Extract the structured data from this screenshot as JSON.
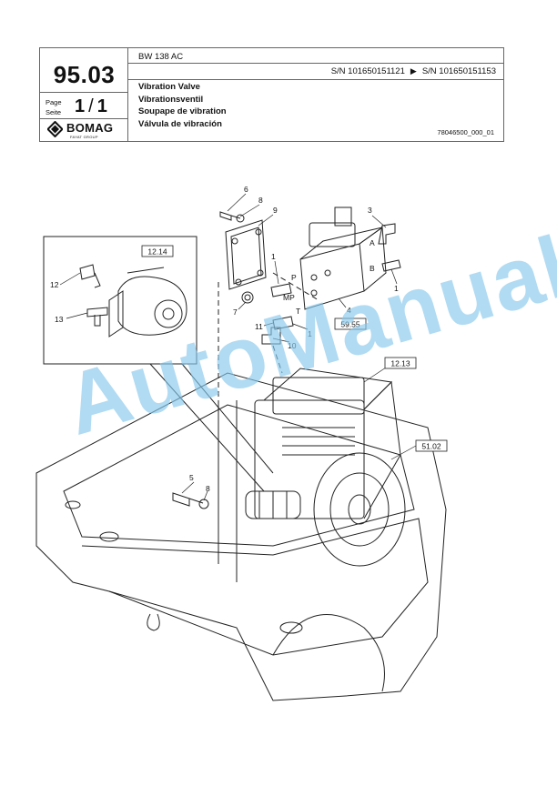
{
  "header": {
    "page_number": "95.03",
    "page_label": "Page",
    "seite_label": "Seite",
    "page_current": "1",
    "page_total": "1",
    "page_sep": "/",
    "model": "BW 138 AC",
    "serial_from": "S/N 101650151121",
    "serial_arrow": "▶",
    "serial_to": "S/N 101650151153",
    "titles": [
      "Vibration Valve",
      "Vibrationsventil",
      "Soupape de vibration",
      "Válvula de vibración"
    ],
    "drawing_number": "78046500_000_01",
    "logo_text": "BOMAG",
    "logo_sub": "FAYAT GROUP"
  },
  "callouts": {
    "c1a": "1",
    "c1b": "1",
    "c1c": "1",
    "c3": "3",
    "c4": "4",
    "c5": "5",
    "c6": "6",
    "c7": "7",
    "c8a": "8",
    "c8b": "8",
    "c9": "9",
    "c10": "10",
    "c11": "11",
    "c12": "12",
    "c13": "13",
    "port_a": "A",
    "port_b": "B",
    "port_p": "P",
    "port_mp": "MP",
    "port_t": "T"
  },
  "references": {
    "r1": "12.14",
    "r2": "59.55",
    "r3": "12.13",
    "r4": "51.02"
  },
  "watermark": "AutoManual"
}
